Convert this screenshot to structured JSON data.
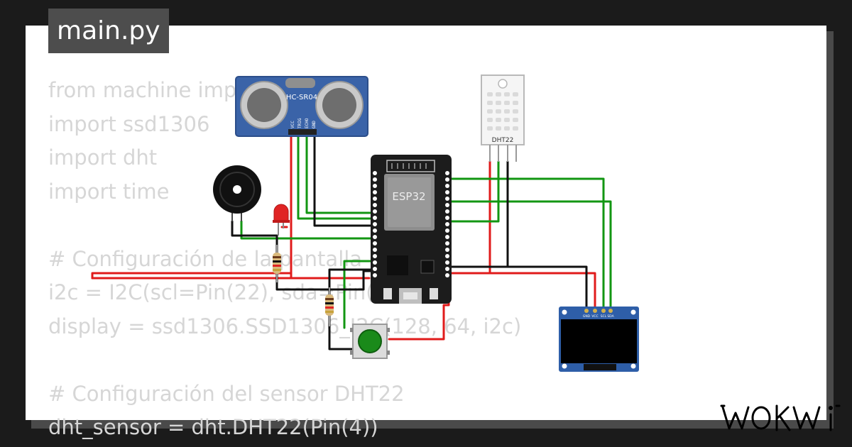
{
  "file_tab": {
    "label": "main.py"
  },
  "code": {
    "lines": [
      "from machine import I2C, Pin",
      "import ssd1306",
      "import dht",
      "import time",
      "",
      "# Configuración de la pantalla",
      "i2c = I2C(scl=Pin(22), sda=Pin(21))",
      "display = ssd1306.SSD1306_I2C(128, 64, i2c)",
      "",
      "# Configuración del sensor DHT22",
      "dht_sensor = dht.DHT22(Pin(4))"
    ]
  },
  "components": {
    "ultrasonic": {
      "label": "HC-SR04",
      "pins": [
        "VCC",
        "TRIG",
        "ECHO",
        "GND"
      ]
    },
    "mcu": {
      "label": "ESP32"
    },
    "temp_sensor": {
      "label": "DHT22"
    },
    "oled": {
      "pins": [
        "GND",
        "VCC",
        "SCL",
        "SDA"
      ]
    }
  },
  "brand": {
    "name": "WOKWI"
  },
  "colors": {
    "card": "#ffffff",
    "background": "#1b1b1b",
    "tab": "#4d4d4d",
    "code_text": "#d6d6d6",
    "wire_red": "#e01b1b",
    "wire_green": "#129612",
    "wire_black": "#111111",
    "board_blue": "#3a63a8",
    "esp_board": "#1c1c1c"
  }
}
